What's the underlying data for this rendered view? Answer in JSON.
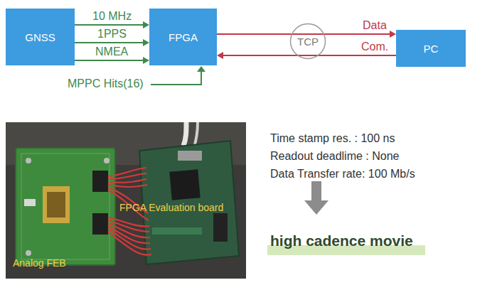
{
  "diagram": {
    "nodes": [
      {
        "text": [
          "GNSS"
        ]
      },
      {
        "text": [
          "FPGA"
        ]
      },
      {
        "text": [
          "TCP"
        ]
      },
      {
        "text": [
          "PC"
        ]
      }
    ],
    "edges": [
      {
        "from": 0,
        "to": 1,
        "label": "10 MHz",
        "arrow": "to"
      },
      {
        "from": 0,
        "to": 1,
        "label": "1PPS",
        "arrow": "to"
      },
      {
        "from": 0,
        "to": 1,
        "label": "NMEA",
        "arrow": "to"
      },
      {
        "from": 1,
        "to": 3,
        "label": "Data",
        "arrow": "to"
      },
      {
        "from": 3,
        "to": 1,
        "label": "Com.",
        "arrow": "to"
      }
    ],
    "labels": [
      "MPPC Hits(16)",
      "Analog FEB",
      "FPGA Evaluation board",
      "Time stamp res. : 100 ns",
      "Readout deadlime : None",
      "Data Transfer rate: 100 Mb/s",
      "high cadence movie"
    ]
  }
}
